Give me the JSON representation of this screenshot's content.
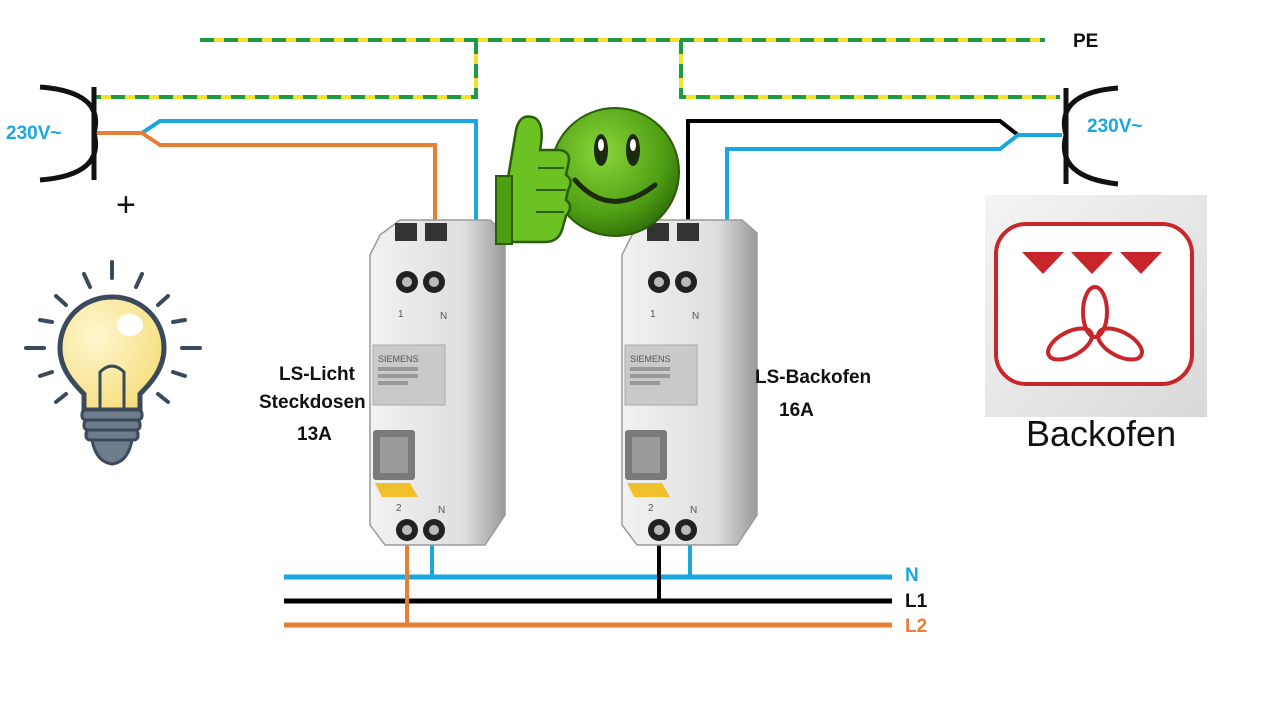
{
  "colors": {
    "neutral": "#1aa7e0",
    "l1": "#000000",
    "l2": "#e67e35",
    "pe_yellow": "#f5e12a",
    "pe_green": "#1e9a44",
    "breaker_body": "#dcdcdc",
    "smiley": "#5fb21c",
    "oven_red": "#c8262b"
  },
  "labels": {
    "pe": "PE",
    "n": "N",
    "l1": "L1",
    "l2": "L2",
    "left_voltage": "230V~",
    "right_voltage": "230V~",
    "plus": "+",
    "oven_caption": "Backofen"
  },
  "breakers": [
    {
      "lines": [
        "LS-Licht",
        "Steckdosen",
        "13A"
      ],
      "brand": "SIEMENS",
      "top_terminals": [
        "1",
        "N"
      ],
      "bottom_terminals": [
        "2",
        "N"
      ]
    },
    {
      "lines": [
        "LS-Backofen",
        "16A"
      ],
      "brand": "SIEMENS",
      "top_terminals": [
        "1",
        "N"
      ],
      "bottom_terminals": [
        "2",
        "N"
      ]
    }
  ],
  "icons": [
    "lightbulb-icon",
    "thumbs-up-smiley-icon",
    "oven-icon",
    "socket-outlet-icon"
  ]
}
